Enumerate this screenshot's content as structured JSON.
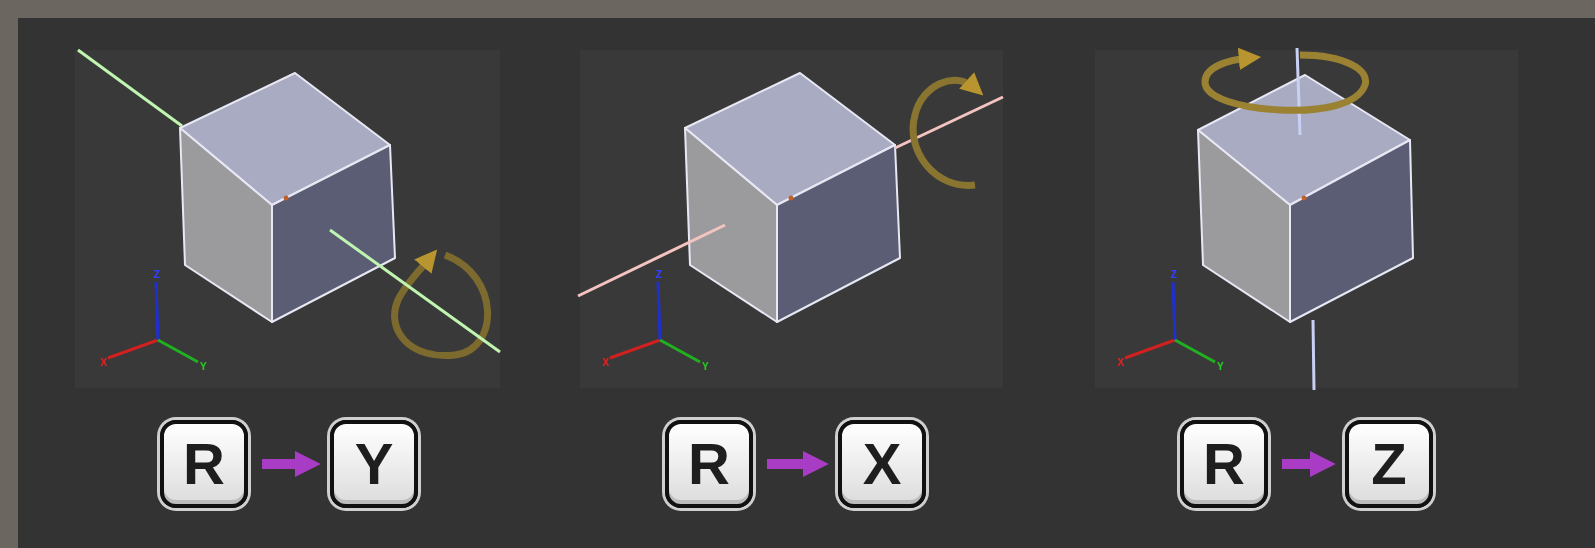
{
  "diagram": {
    "nodes": [
      {
        "text": [
          "R"
        ]
      },
      {
        "text": [
          "Y"
        ]
      },
      {
        "text": [
          "R"
        ]
      },
      {
        "text": [
          "X"
        ]
      },
      {
        "text": [
          "R"
        ]
      },
      {
        "text": [
          "Z"
        ]
      }
    ],
    "edges": [
      {
        "from": 0,
        "to": 1,
        "arrow": "to"
      },
      {
        "from": 2,
        "to": 3,
        "arrow": "to"
      },
      {
        "from": 4,
        "to": 5,
        "arrow": "to"
      }
    ],
    "labels": [
      "Z",
      "X",
      "Y",
      "Z",
      "X",
      "Y",
      "Z",
      "X",
      "Y"
    ]
  }
}
